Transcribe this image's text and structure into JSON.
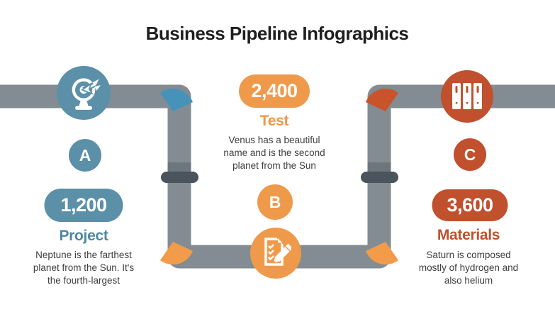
{
  "slide": {
    "title": "Business Pipeline Infographics"
  },
  "colors": {
    "teal": "#5b90a8",
    "orange": "#ef9a4b",
    "rust": "#c0502e",
    "pipe_gray": "#828c92",
    "pipe_joint_dark": "#4b545c",
    "elbow_blue": "#4792b8",
    "title_text": "#1f1f1f",
    "body_text": "#3e3e3e"
  },
  "stages": [
    {
      "letter": "A",
      "value": "1,200",
      "label": "Project",
      "description": "Neptune is the farthest planet from the Sun. It's the fourth-largest",
      "icon": "target-icon",
      "color": "#5b90a8"
    },
    {
      "letter": "B",
      "value": "2,400",
      "label": "Test",
      "description": "Venus has a beautiful name and is the second planet from the Sun",
      "icon": "checklist-pencil-icon",
      "color": "#ef9a4b"
    },
    {
      "letter": "C",
      "value": "3,600",
      "label": "Materials",
      "description": "Saturn is composed mostly of hydrogen and also helium",
      "icon": "binders-icon",
      "color": "#c0502e"
    }
  ]
}
